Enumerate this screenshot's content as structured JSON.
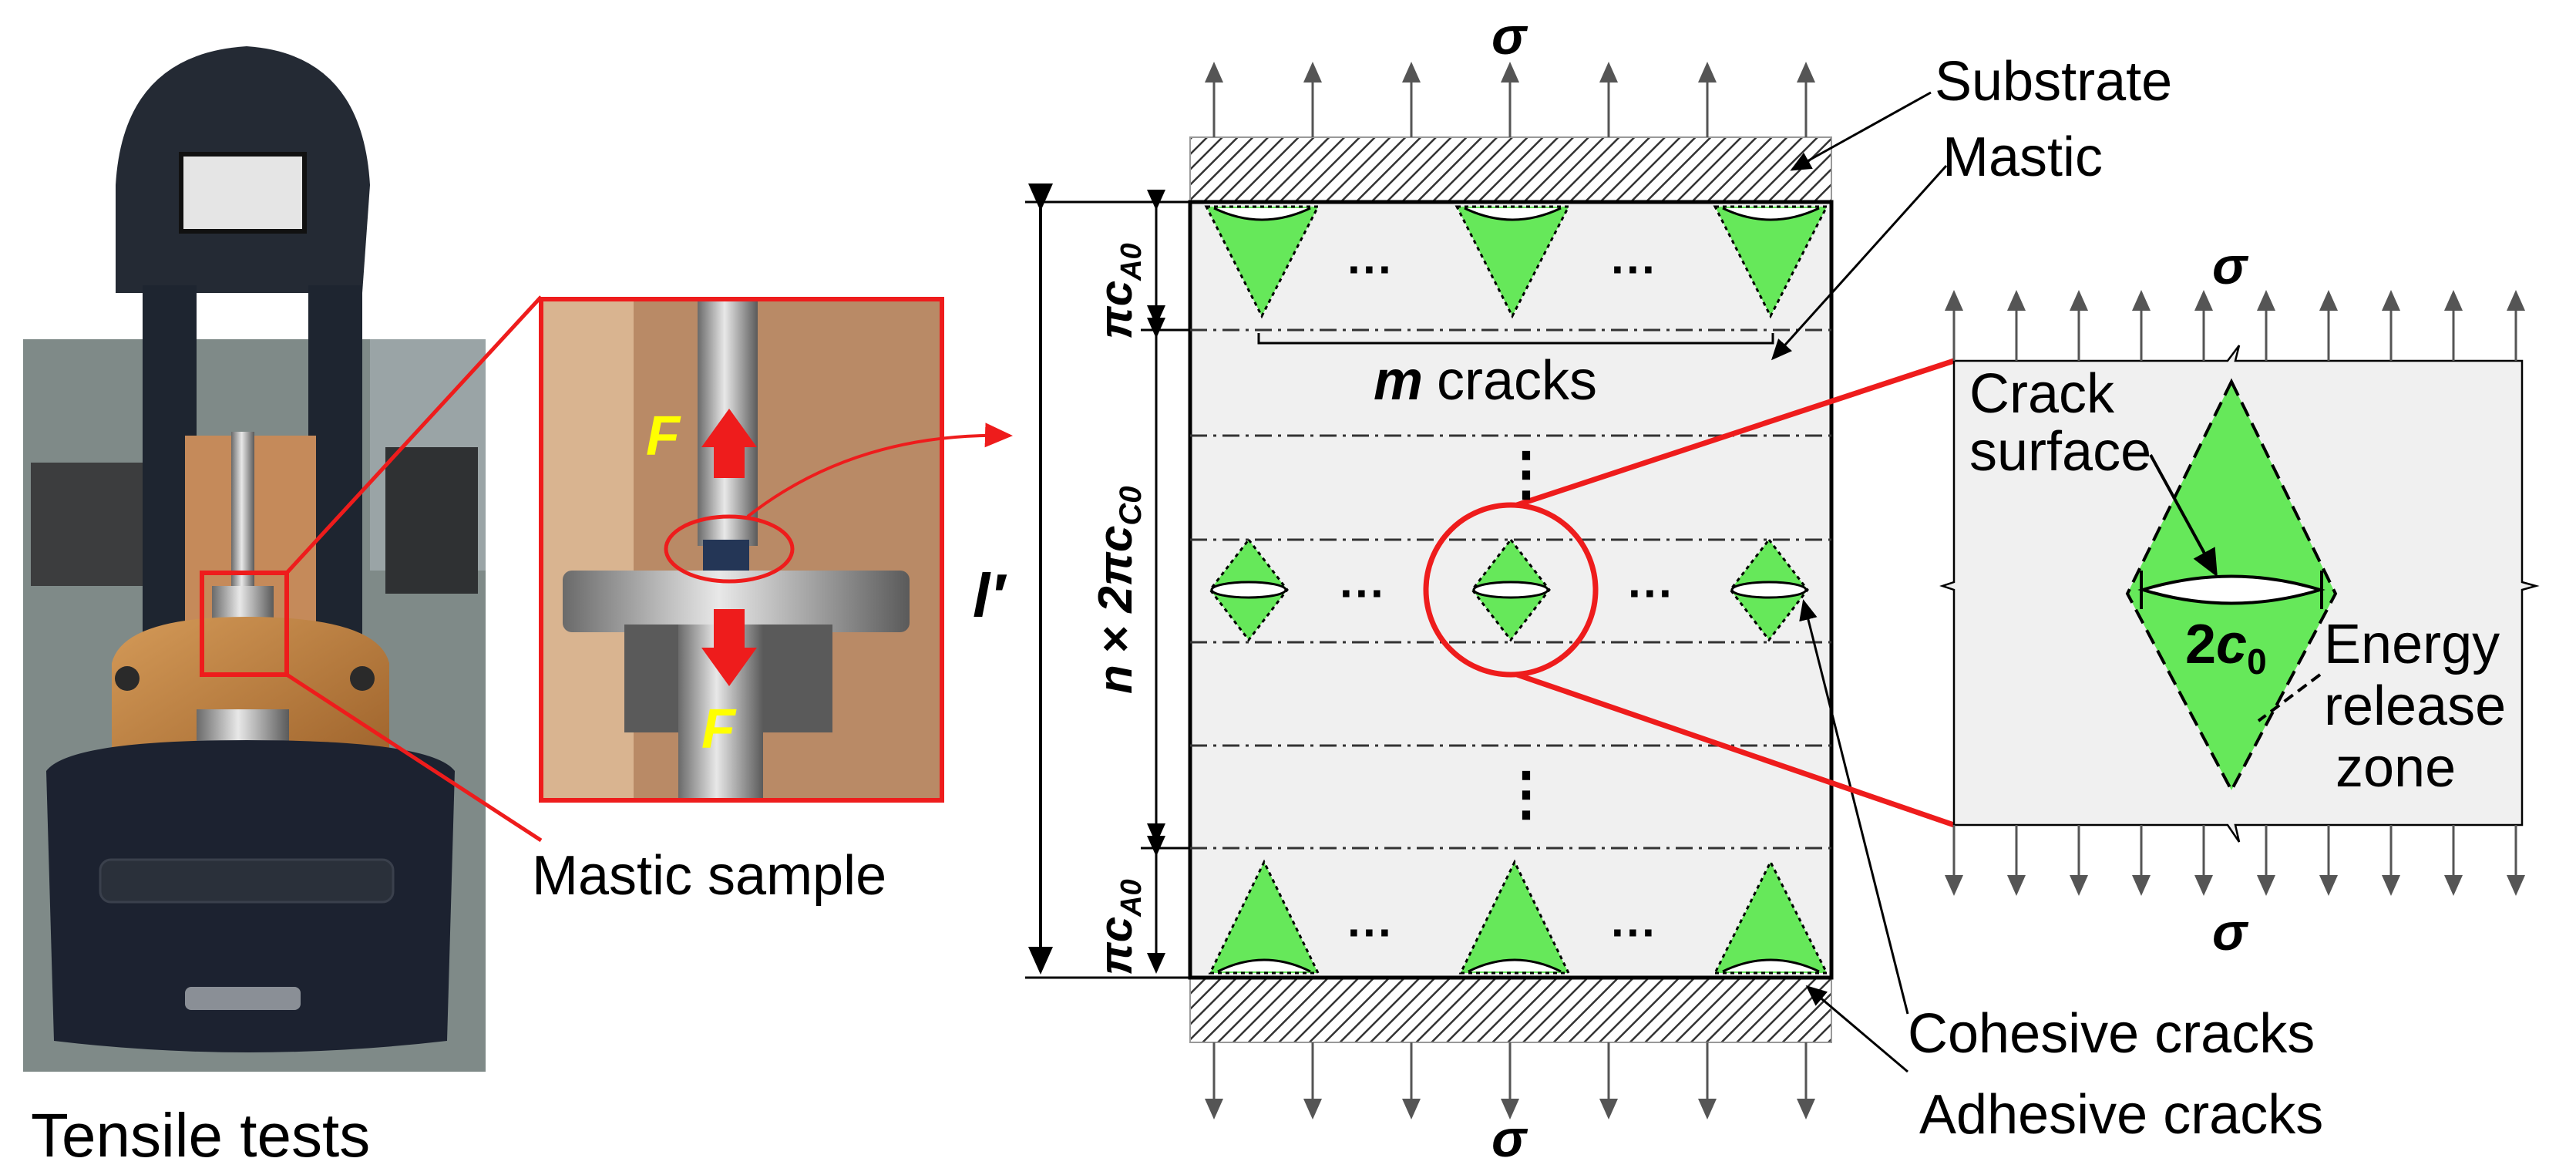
{
  "photo": {
    "caption": "Tensile tests",
    "inset_caption": "Mastic sample",
    "force_label": "F"
  },
  "specimen": {
    "stress_label": "σ",
    "substrate_label": "Substrate",
    "mastic_label": "Mastic",
    "m_label": "m",
    "cracks_label": "cracks",
    "length_label": "l′",
    "pi_label": "π",
    "c_label": "c",
    "a0_sub": "A0",
    "n_label": "n",
    "times_two_pi": "× 2π",
    "c0_sub": "C0",
    "dots": "···",
    "vdots": "⋮",
    "cohesive_label": "Cohesive cracks",
    "adhesive_label": "Adhesive cracks"
  },
  "detail": {
    "stress_label": "σ",
    "crack_surface_line1": "Crack",
    "crack_surface_line2": "surface",
    "two_label": "2",
    "c_label": "c",
    "c0_sub": "0",
    "energy_line1": "Energy",
    "energy_line2": "release",
    "energy_line3": "zone"
  },
  "colors": {
    "green": "#66e85a",
    "red": "#ee1c1c",
    "mastic_bg": "#f0f0f0",
    "yellow": "#ffff00",
    "arrow_grey": "#555555"
  }
}
